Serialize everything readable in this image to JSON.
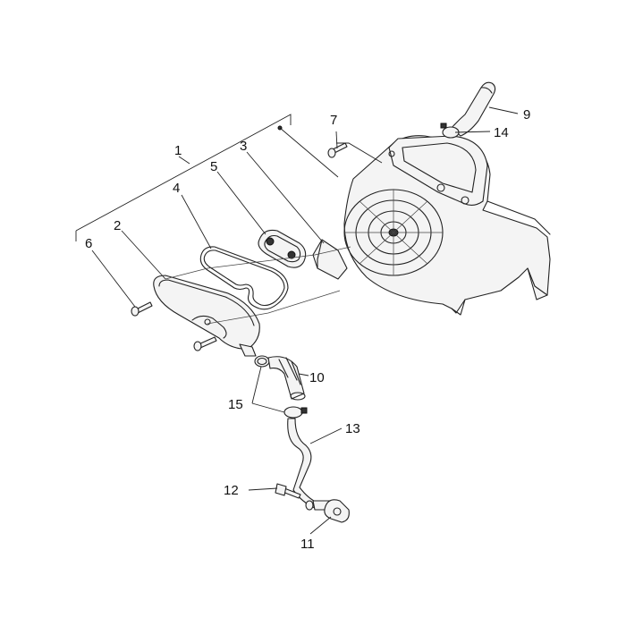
{
  "diagram": {
    "callouts": [
      {
        "id": "1",
        "label": "1"
      },
      {
        "id": "2",
        "label": "2"
      },
      {
        "id": "3",
        "label": "3"
      },
      {
        "id": "4",
        "label": "4"
      },
      {
        "id": "5",
        "label": "5"
      },
      {
        "id": "6",
        "label": "6"
      },
      {
        "id": "7",
        "label": "7"
      },
      {
        "id": "9",
        "label": "9"
      },
      {
        "id": "10",
        "label": "10"
      },
      {
        "id": "11",
        "label": "11"
      },
      {
        "id": "12",
        "label": "12"
      },
      {
        "id": "13",
        "label": "13"
      },
      {
        "id": "14",
        "label": "14"
      },
      {
        "id": "15",
        "label": "15"
      }
    ],
    "colors": {
      "line": "#222222",
      "background": "#ffffff"
    }
  }
}
